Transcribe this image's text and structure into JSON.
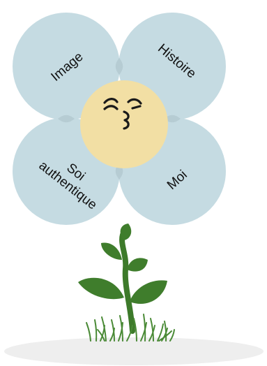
{
  "colors": {
    "background": "#ffffff",
    "petal": "#c5dbe2",
    "petal_overlap": "#b6ccd3",
    "center": "#f2dfa4",
    "face": "#1a1a1a",
    "stem": "#3d7a2a",
    "leaf": "#3f7d2c",
    "grass": "#4a8a36",
    "ground": "#eeeeee"
  },
  "center": {
    "face_icon": "winking-face-icon"
  },
  "petals": [
    {
      "id": "top-left",
      "label": "Image"
    },
    {
      "id": "top-right",
      "label": "Histoire"
    },
    {
      "id": "bottom-left",
      "label_lines": [
        "Soi",
        "authentique"
      ]
    },
    {
      "id": "bottom-right",
      "label": "Moi"
    }
  ]
}
